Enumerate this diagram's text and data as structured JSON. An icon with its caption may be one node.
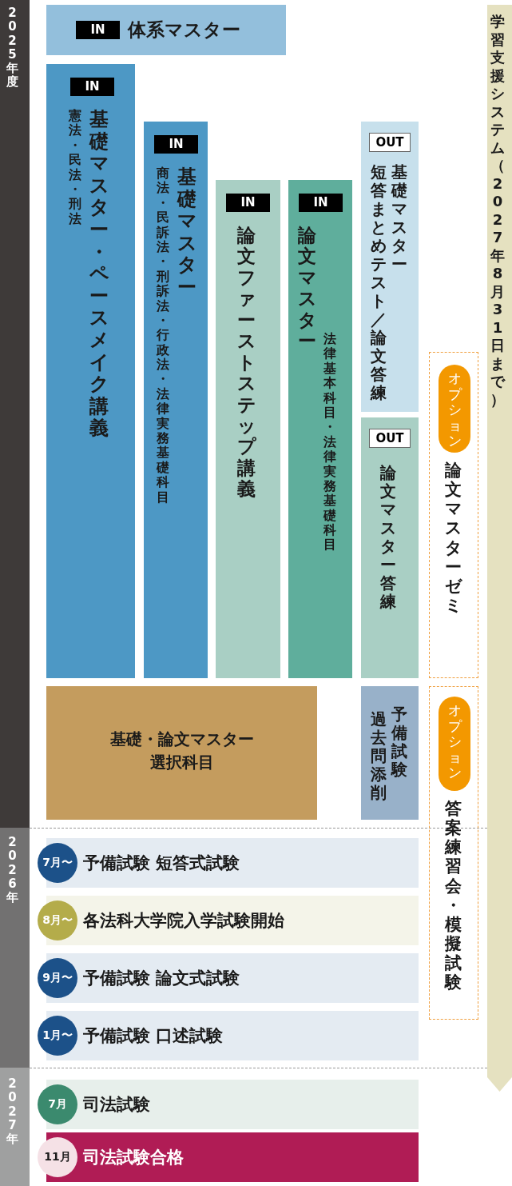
{
  "diagram": {
    "nodes": [
      {
        "text": [
          "2025年度"
        ]
      },
      {
        "text": [
          "IN",
          "体系マスター"
        ]
      },
      {
        "text": [
          "IN",
          "憲法・民法・刑法",
          "基礎マスター・ペースメイク講義"
        ]
      },
      {
        "text": [
          "IN",
          "商法・民訴法・刑訴法・行政法・法律実務基礎科目",
          "基礎マスター"
        ]
      },
      {
        "text": [
          "IN",
          "論文ファーストステップ講義"
        ]
      },
      {
        "text": [
          "IN",
          "論文マスター",
          "法律基本科目・法律実務基礎科目"
        ]
      },
      {
        "text": [
          "OUT",
          "短答まとめテスト／論文答練",
          "基礎マスター"
        ]
      },
      {
        "text": [
          "OUT",
          "論文マスター答練"
        ]
      },
      {
        "text": [
          "オプション",
          "論文マスターゼミ"
        ]
      },
      {
        "text": [
          "基礎・論文マスター選択科目"
        ]
      },
      {
        "text": [
          "過去問添削",
          "予備試験"
        ]
      },
      {
        "text": [
          "オプション",
          "答案練習会・模擬試験"
        ]
      },
      {
        "text": [
          "学習支援システム（2027年8月31日まで）"
        ]
      },
      {
        "text": [
          "2026年"
        ]
      },
      {
        "text": [
          "7月〜"
        ]
      },
      {
        "text": [
          "予備試験 短答式試験"
        ]
      },
      {
        "text": [
          "8月〜"
        ]
      },
      {
        "text": [
          "各法科大学院入学試験開始"
        ]
      },
      {
        "text": [
          "9月〜"
        ]
      },
      {
        "text": [
          "予備試験 論文式試験"
        ]
      },
      {
        "text": [
          "1月〜"
        ]
      },
      {
        "text": [
          "予備試験 口述試験"
        ]
      },
      {
        "text": [
          "2027年"
        ]
      },
      {
        "text": [
          "7月"
        ]
      },
      {
        "text": [
          "司法試験"
        ]
      },
      {
        "text": [
          "11月"
        ]
      },
      {
        "text": [
          "司法試験合格"
        ]
      }
    ]
  }
}
